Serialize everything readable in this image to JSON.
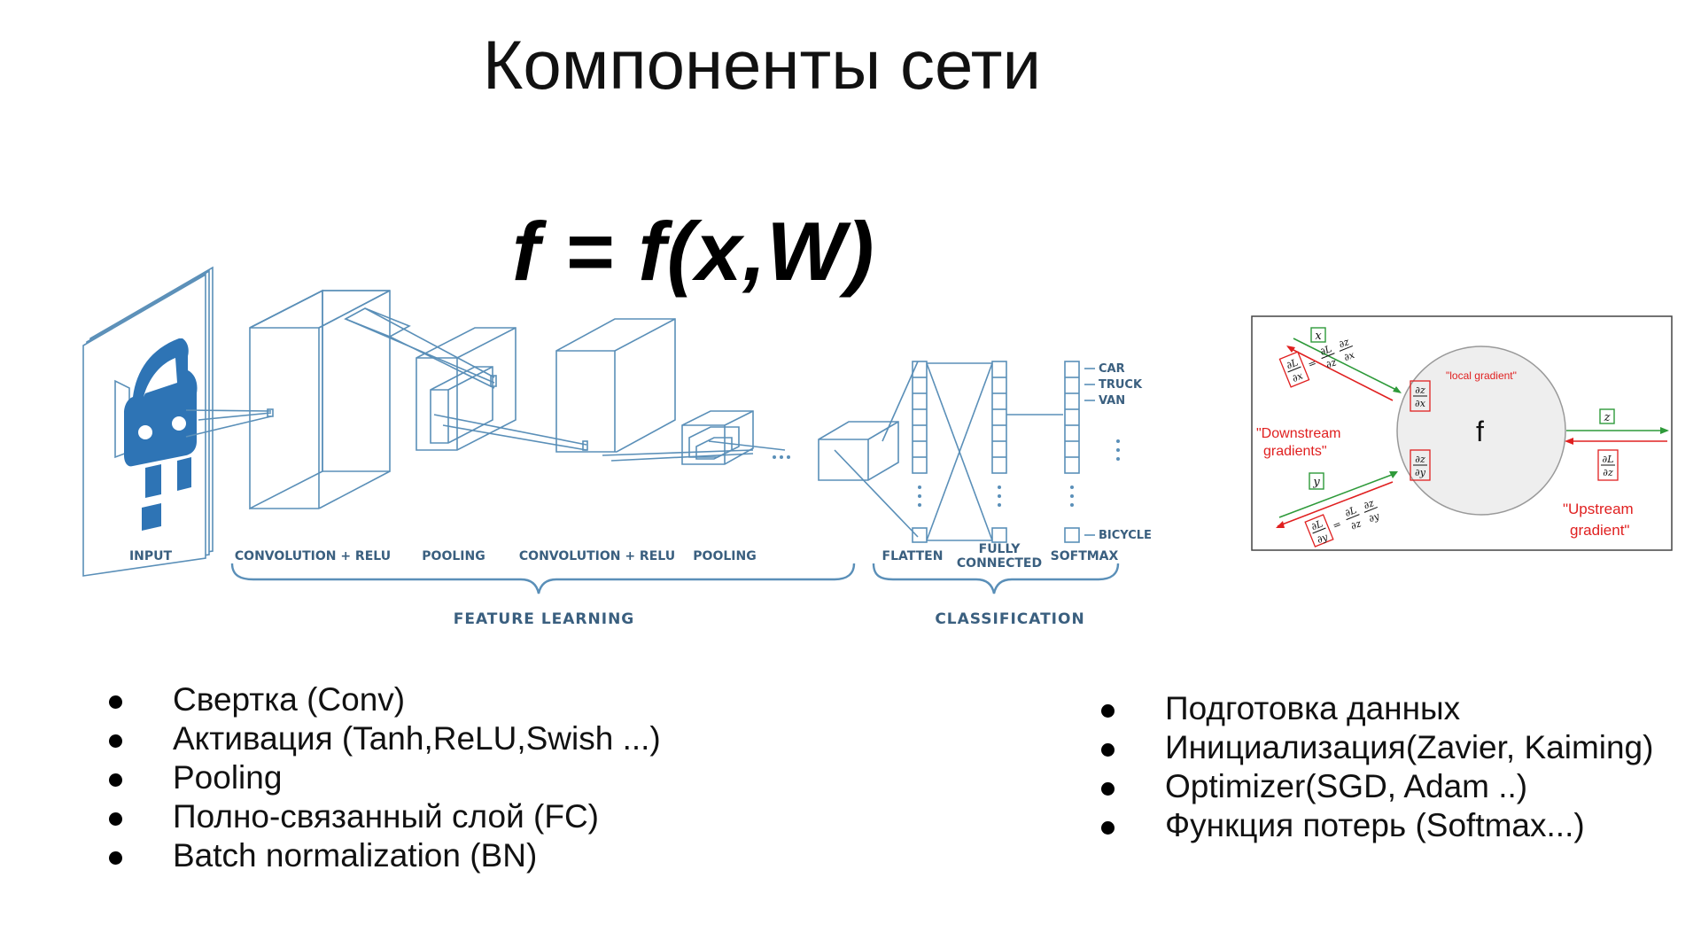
{
  "slide": {
    "title": "Компоненты сети",
    "formula": "f = f(x,W)"
  },
  "cnn_diagram": {
    "stage_labels": [
      "INPUT",
      "CONVOLUTION + RELU",
      "POOLING",
      "CONVOLUTION + RELU",
      "POOLING",
      "FLATTEN",
      "FULLY",
      "CONNECTED",
      "SOFTMAX"
    ],
    "group_labels": [
      "FEATURE LEARNING",
      "CLASSIFICATION"
    ],
    "class_labels": [
      "CAR",
      "TRUCK",
      "VAN",
      "BICYCLE"
    ],
    "accent_color": "#2e74b5",
    "line_color": "#5a8fb8"
  },
  "backprop_diagram": {
    "node_label": "f",
    "local_gradient": "\"local gradient\"",
    "downstream_line1": "\"Downstream",
    "downstream_line2": "gradients\"",
    "upstream_line1": "\"Upstream",
    "upstream_line2": "gradient\"",
    "inputs": [
      "x",
      "y"
    ],
    "output": "z",
    "colors": {
      "forward": "#2e9a3a",
      "backward": "#e02020",
      "node": "#eeeeee"
    }
  },
  "left_bullets": [
    "Свертка (Conv)",
    "Активация (Tanh,ReLU,Swish ...)",
    "Pooling",
    "Полно-связанный слой (FC)",
    "Batch normalization (BN)"
  ],
  "right_bullets": [
    "Подготовка данных",
    "Инициализация(Zavier, Kaiming)",
    "Optimizer(SGD, Adam ..)",
    "Функция потерь (Softmax...)"
  ]
}
